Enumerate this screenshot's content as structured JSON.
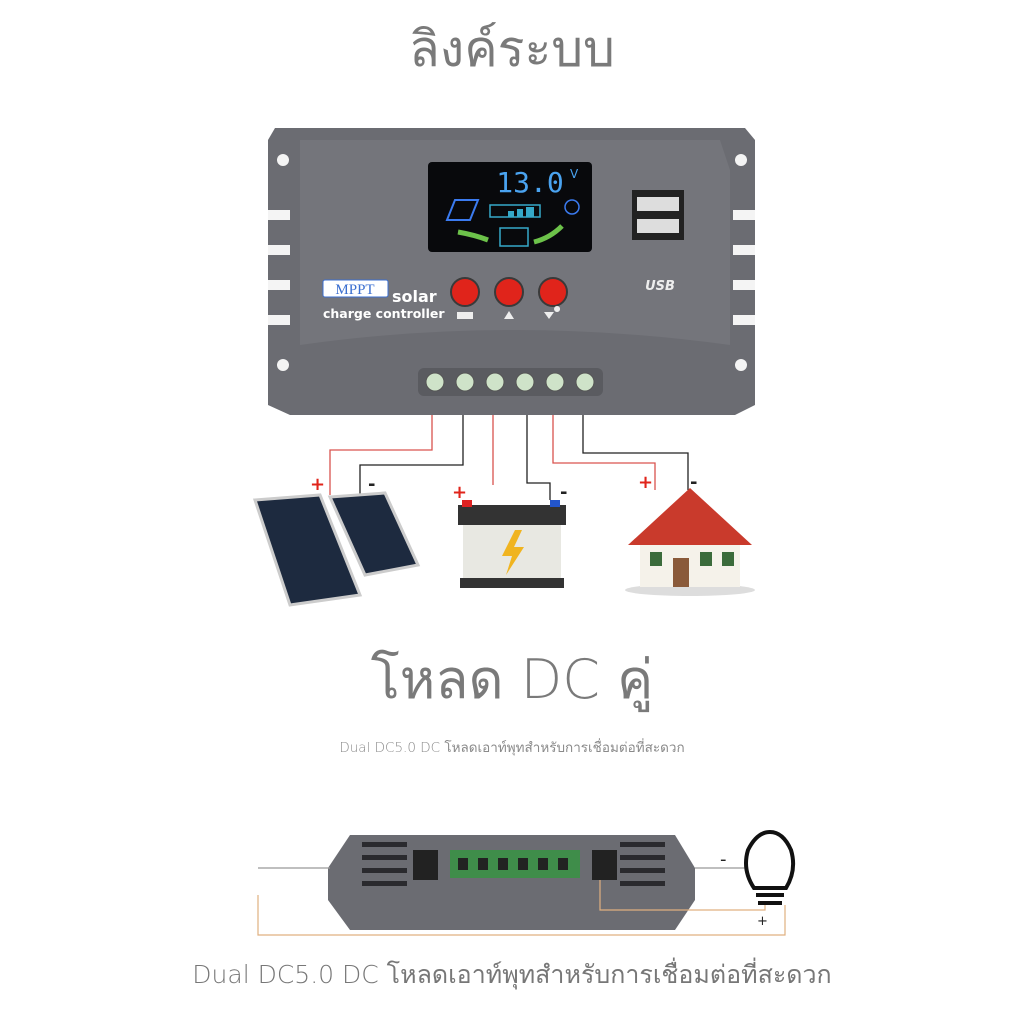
{
  "title": "ลิงค์ระบบ",
  "controller": {
    "lcd_voltage": "13.0",
    "lcd_unit": "V",
    "brand_badge": "MPPT",
    "brand_solar": "solar",
    "brand_sub": "charge controller",
    "usb_label": "USB",
    "buttons": [
      {
        "icon": "menu-icon"
      },
      {
        "icon": "up-arrow-icon"
      },
      {
        "icon": "down-arrow-bulb-icon"
      }
    ],
    "terminal_count": 6
  },
  "connections": [
    {
      "device": "solar-panel",
      "plus": "+",
      "minus": "-"
    },
    {
      "device": "battery",
      "plus": "+",
      "minus": "-"
    },
    {
      "device": "house-load",
      "plus": "+",
      "minus": "-"
    }
  ],
  "load_heading": "โหลด DC คู่",
  "caption_small": "Dual DC5.0 DC โหลดเอาท์พุทสำหรับการเชื่อมต่อที่สะดวก",
  "bottom_bulb": {
    "minus": "-",
    "plus": "+"
  },
  "caption_large": "Dual DC5.0 DC โหลดเอาท์พุทสำหรับการเชื่อมต่อที่สะดวก",
  "colors": {
    "body": "#6b6c72",
    "button": "#e0241b",
    "lcd_digits": "#4aa3f0",
    "wire_red": "#d9534f",
    "text_gray": "#777777"
  }
}
